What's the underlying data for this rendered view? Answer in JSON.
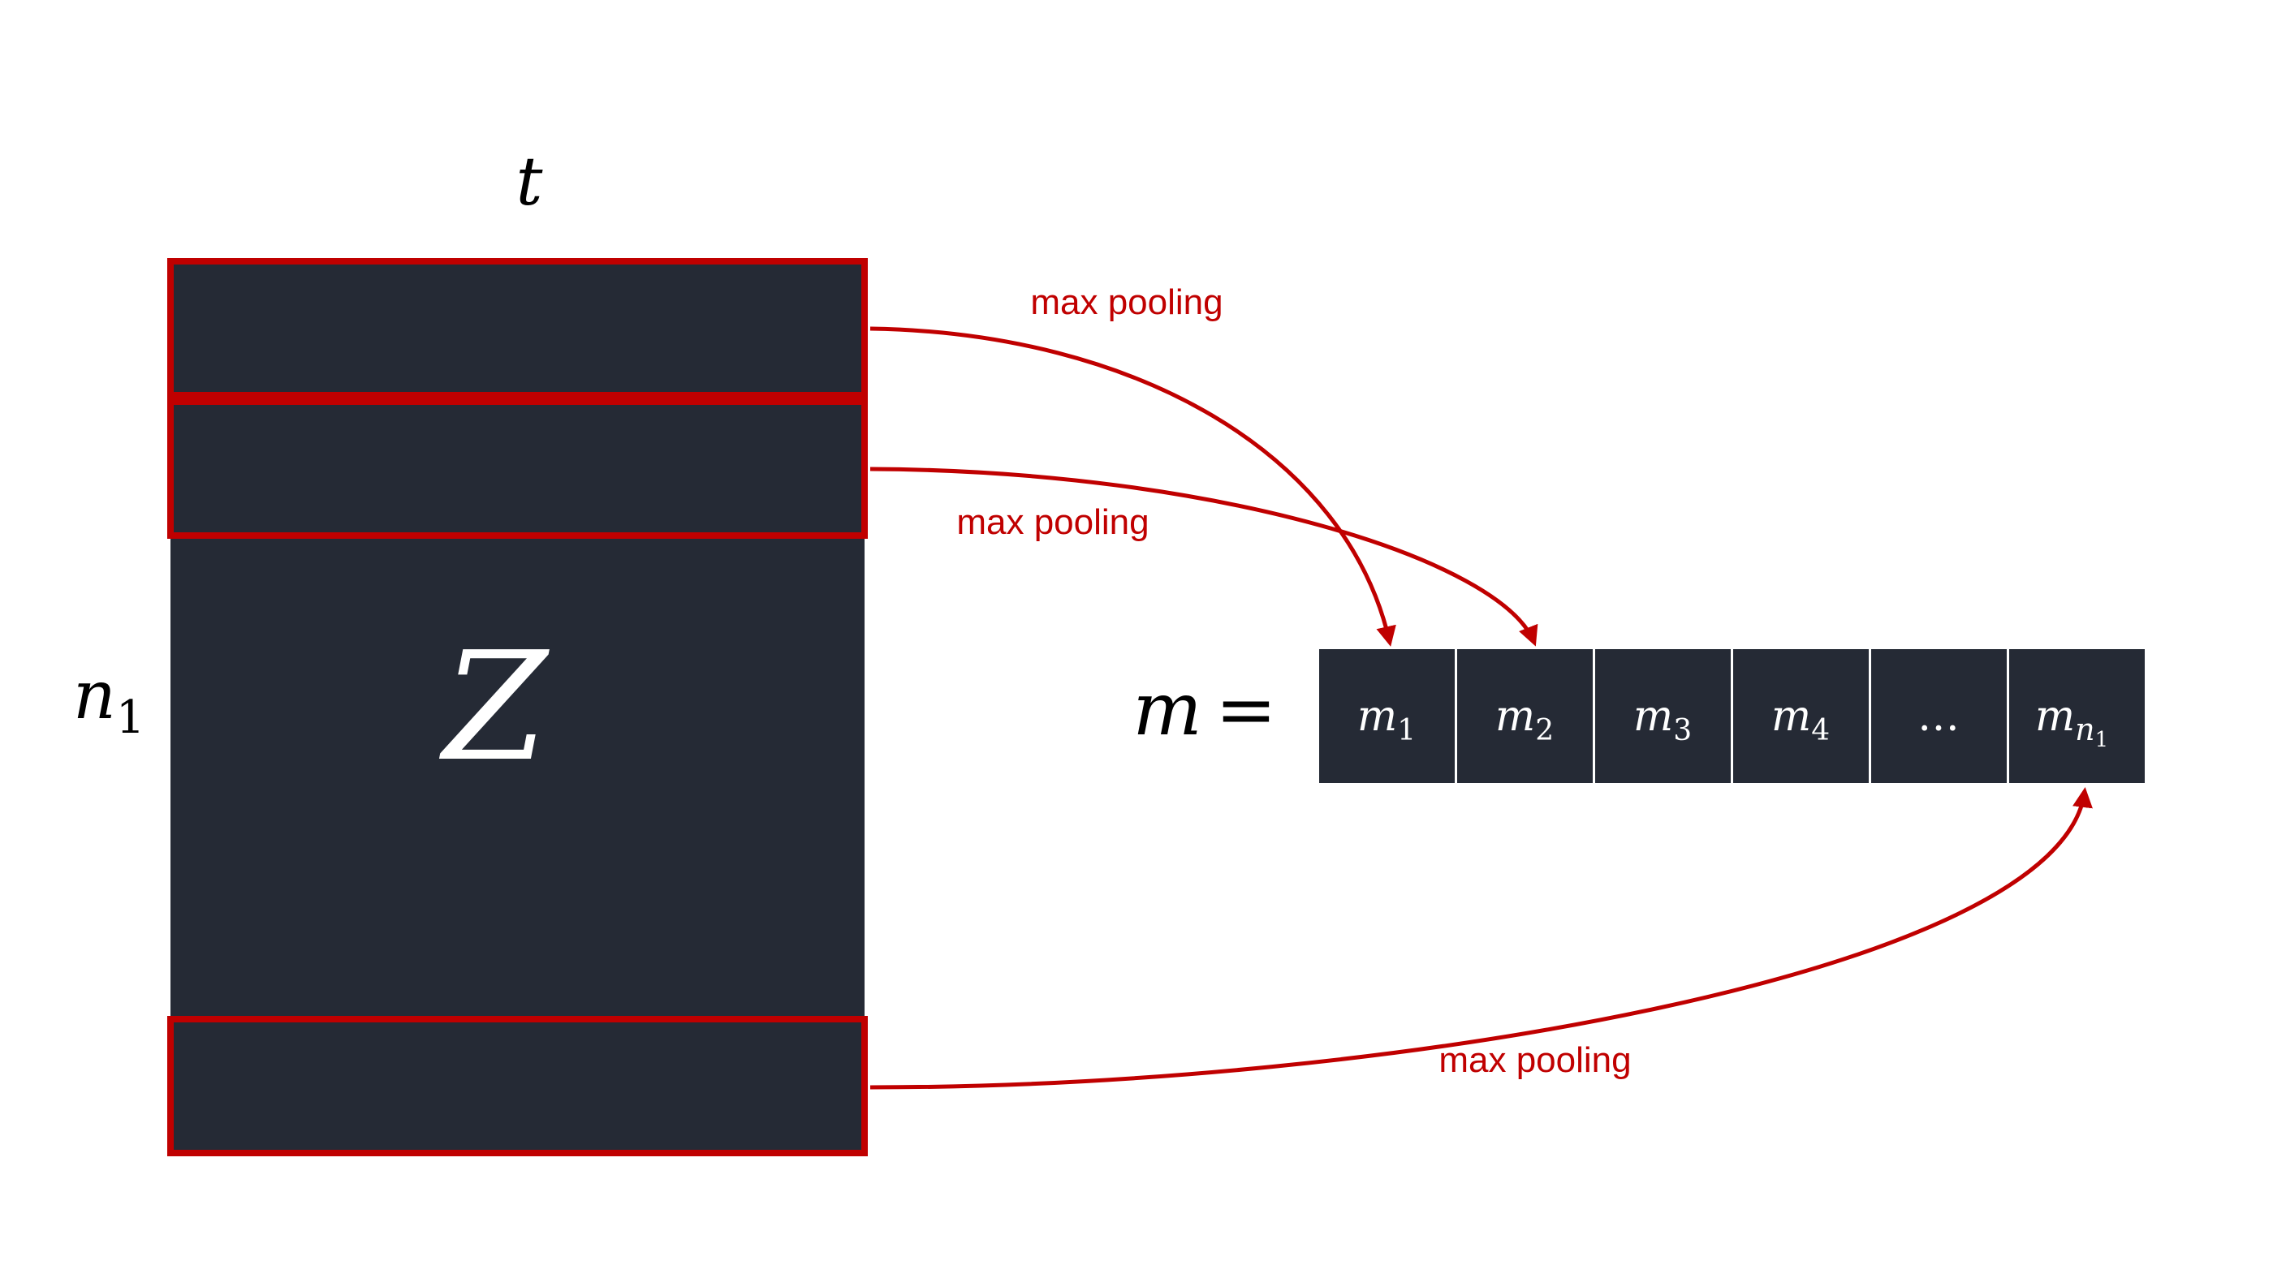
{
  "matrix": {
    "name": "Z",
    "width_label": "t",
    "height_label_base": "n",
    "height_label_sub": "1"
  },
  "vector": {
    "name": "m",
    "equals": "=",
    "cells": [
      {
        "base": "m",
        "sub": "1"
      },
      {
        "base": "m",
        "sub": "2"
      },
      {
        "base": "m",
        "sub": "3"
      },
      {
        "base": "m",
        "sub": "4"
      },
      {
        "base": "…",
        "sub": ""
      },
      {
        "base": "m",
        "sub": "n",
        "subsub": "1"
      }
    ]
  },
  "arrows": {
    "label_1": "max pooling",
    "label_2": "max pooling",
    "label_3": "max pooling"
  },
  "colors": {
    "block": "#252a35",
    "highlight": "#c00000",
    "text_dark": "#000000",
    "text_light": "#ffffff",
    "background": "#ffffff"
  }
}
